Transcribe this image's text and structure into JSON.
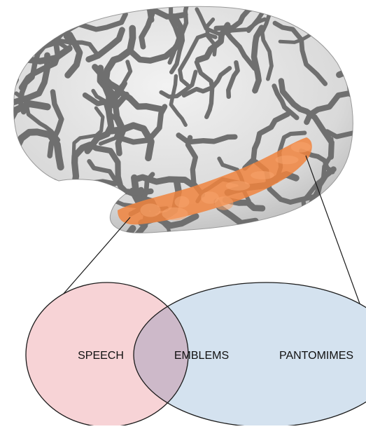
{
  "figure": {
    "venn": {
      "left_label": "SPEECH",
      "center_label": "EMBLEMS",
      "right_label": "PANTOMIMES"
    },
    "colors": {
      "brain_light": "#e6e6e6",
      "brain_dark": "#6f6f6f",
      "region_highlight": "#f0843e",
      "left_circle_fill": "#f7d3d6",
      "right_circle_fill": "#d4e2ef",
      "overlap_fill": "#cdb9c9",
      "outline": "#1a1a1a"
    }
  }
}
